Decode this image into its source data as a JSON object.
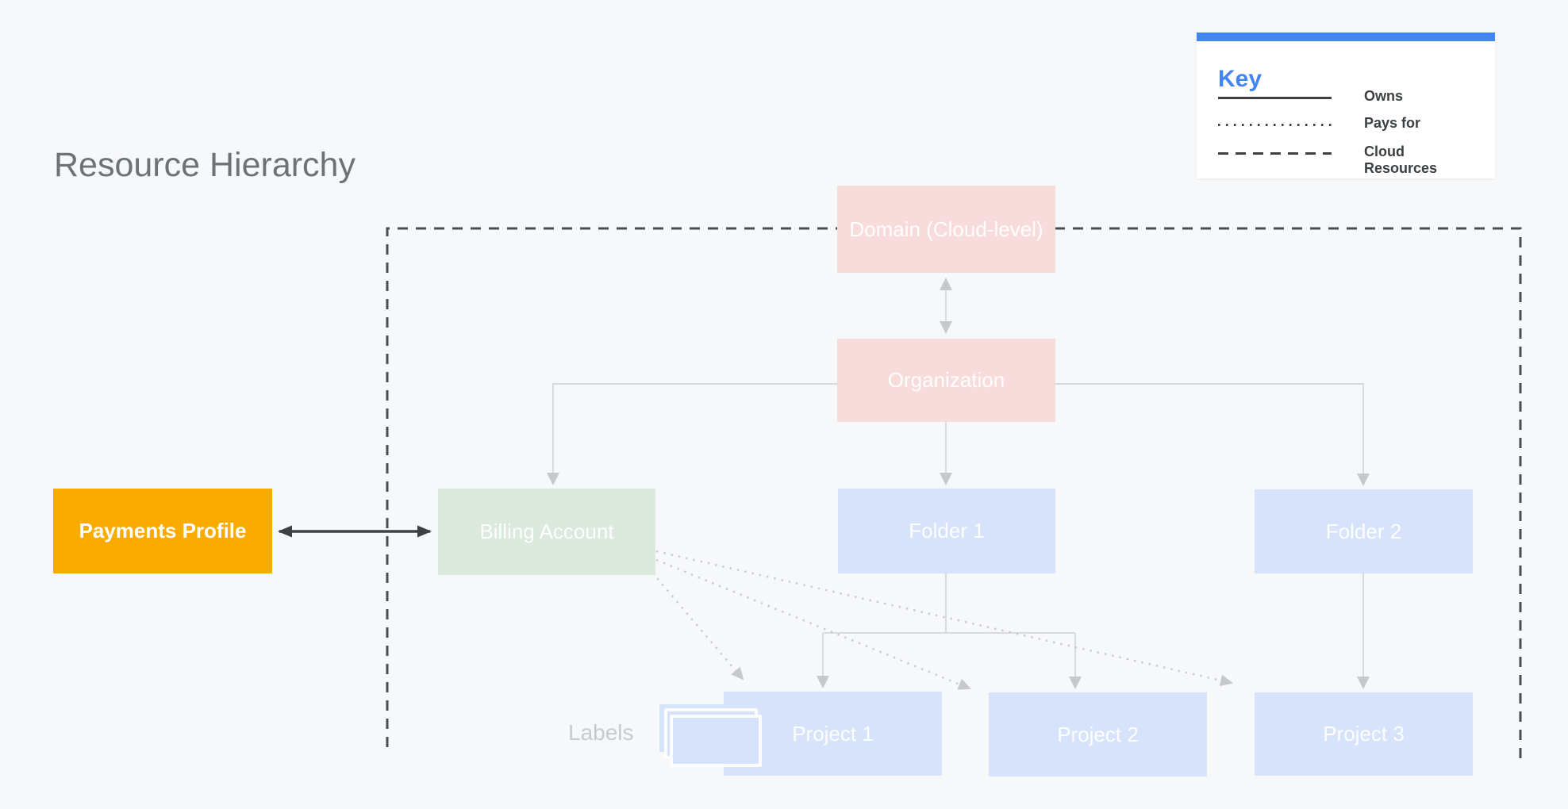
{
  "page": {
    "title": "Resource Hierarchy",
    "background_color": "#F7F8FA"
  },
  "legend": {
    "title": "Key",
    "accent_color": "#4285F4",
    "line_color": "#3C4043",
    "items": [
      {
        "line_style": "solid",
        "label": "Owns"
      },
      {
        "line_style": "dotted",
        "label": "Pays for"
      },
      {
        "line_style": "dashed",
        "label": "Cloud Resources"
      }
    ]
  },
  "nodes": {
    "domain": {
      "label": "Domain (Cloud-level)",
      "color": "#F8DCDC"
    },
    "organization": {
      "label": "Organization",
      "color": "#F8DCDC"
    },
    "billing_account": {
      "label": "Billing Account",
      "color": "#DCE9DD"
    },
    "folder1": {
      "label": "Folder 1",
      "color": "#D7E3FA"
    },
    "folder2": {
      "label": "Folder 2",
      "color": "#D7E3FA"
    },
    "project1": {
      "label": "Project 1",
      "color": "#D7E3FA"
    },
    "project2": {
      "label": "Project 2",
      "color": "#D7E3FA"
    },
    "project3": {
      "label": "Project 3",
      "color": "#D7E3FA"
    },
    "payments_profile": {
      "label": "Payments Profile",
      "color": "#F9AB00"
    }
  },
  "annotations": {
    "labels": "Labels"
  },
  "edges": [
    {
      "from": "domain",
      "to": "organization",
      "type": "owns",
      "bidirectional": true
    },
    {
      "from": "organization",
      "to": "billing_account",
      "type": "owns"
    },
    {
      "from": "organization",
      "to": "folder1",
      "type": "owns"
    },
    {
      "from": "organization",
      "to": "folder2",
      "type": "owns"
    },
    {
      "from": "folder1",
      "to": "project1",
      "type": "owns"
    },
    {
      "from": "folder1",
      "to": "project2",
      "type": "owns"
    },
    {
      "from": "folder2",
      "to": "project3",
      "type": "owns"
    },
    {
      "from": "payments_profile",
      "to": "billing_account",
      "type": "owns",
      "bidirectional": true
    },
    {
      "from": "billing_account",
      "to": "project1",
      "type": "pays_for"
    },
    {
      "from": "billing_account",
      "to": "project2",
      "type": "pays_for"
    },
    {
      "from": "billing_account",
      "to": "project3",
      "type": "pays_for"
    }
  ]
}
